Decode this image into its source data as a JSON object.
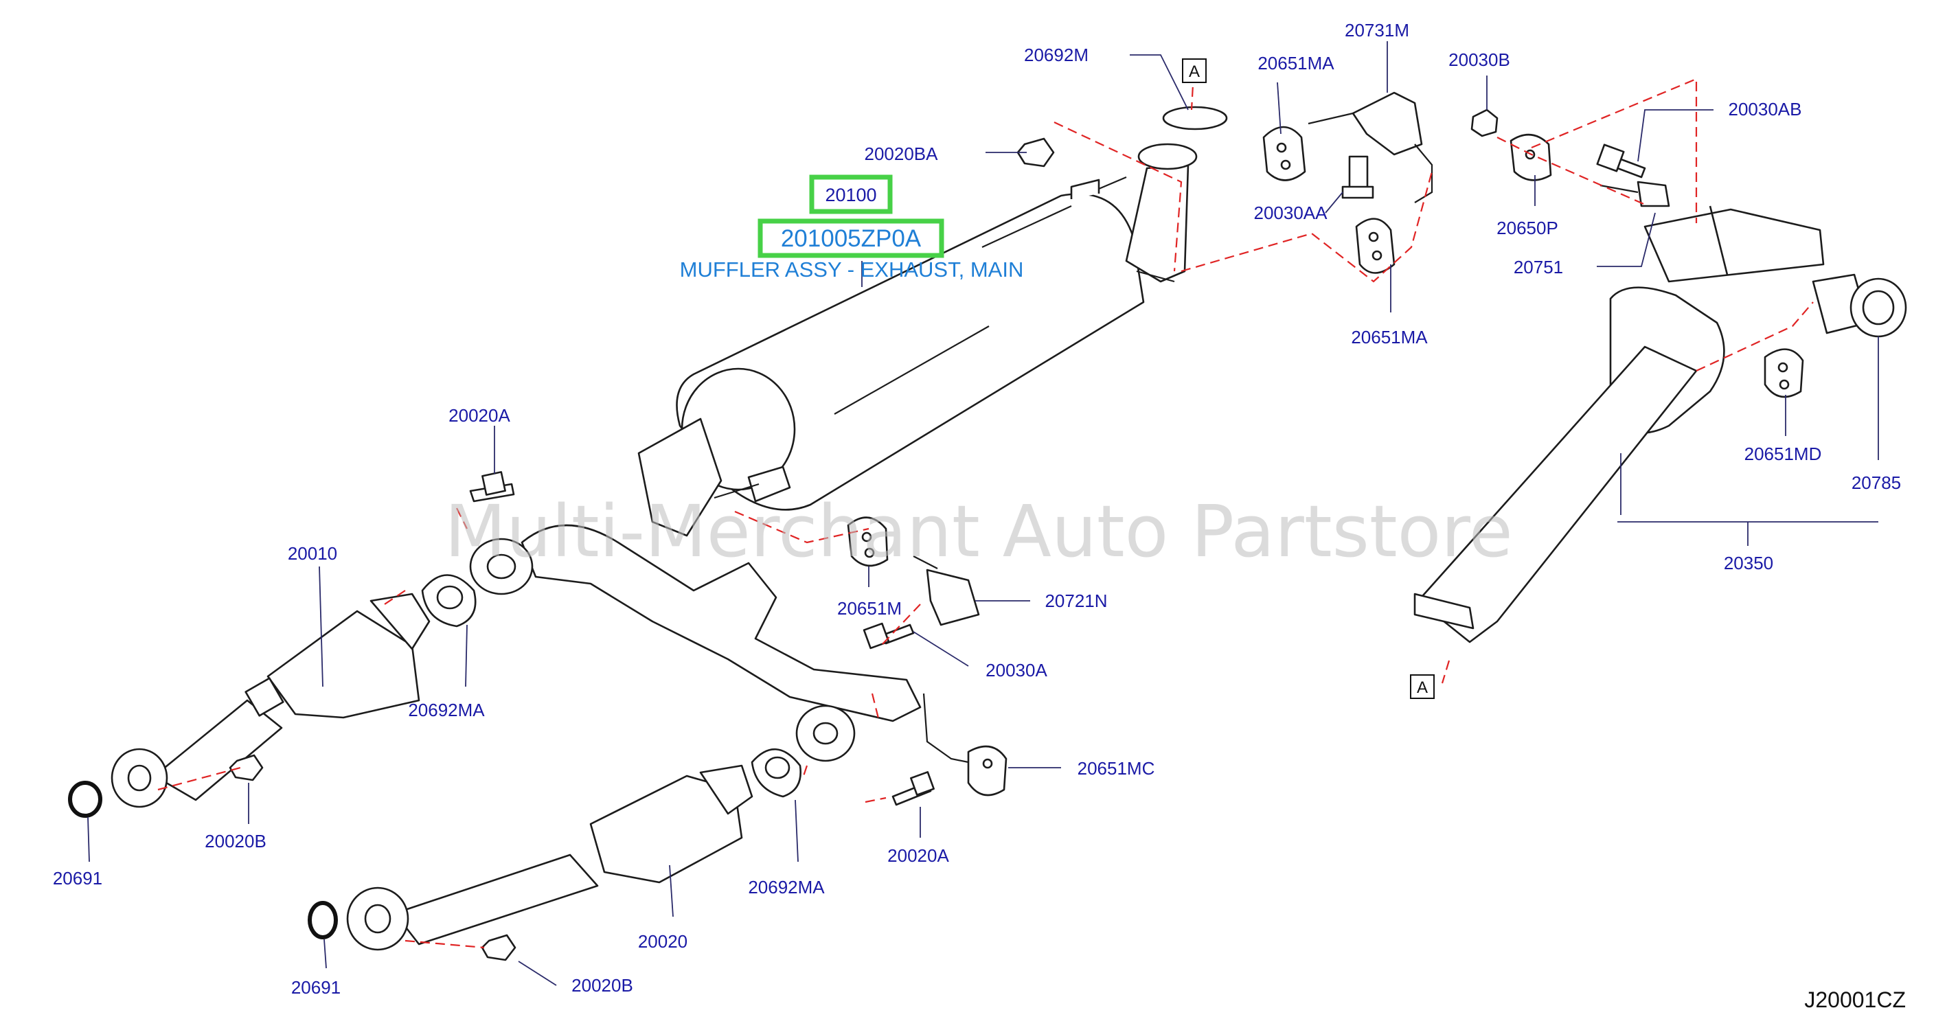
{
  "watermark": "Multi-Merchant Auto Partstore",
  "diagram_code": "J20001CZ",
  "highlight": {
    "part_number": "20100",
    "oem_number": "201005ZP0A",
    "description": "MUFFLER ASSY - EXHAUST, MAIN"
  },
  "reference_markers": [
    "A",
    "A"
  ],
  "callouts": [
    "20692M",
    "20651MA",
    "20731M",
    "20030B",
    "20030AB",
    "20020BA",
    "20030AA",
    "20650P",
    "20751",
    "20651MA",
    "20020A",
    "20010",
    "20651M",
    "20721N",
    "20692MA",
    "20030A",
    "20651MD",
    "20785",
    "20350",
    "20651MC",
    "20691",
    "20020B",
    "20020A",
    "20692MA",
    "20020",
    "20691",
    "20020B"
  ]
}
